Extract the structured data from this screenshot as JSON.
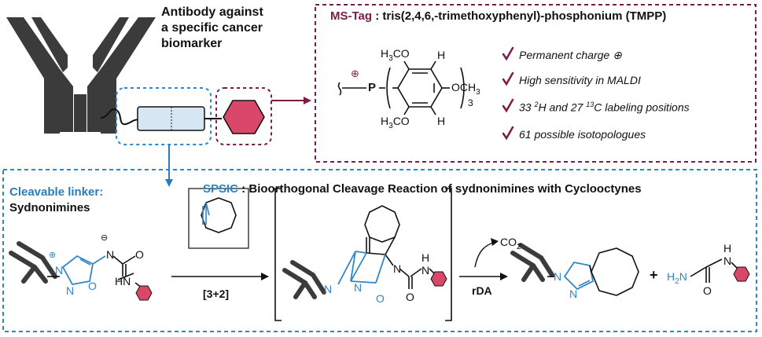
{
  "colors": {
    "maroon": "#7b1c46",
    "blue": "#2f86c8",
    "linker_blue": "#2a7db6",
    "pink": "#d94868",
    "antibody": "#3b3b3b",
    "black": "#111111",
    "linker_box": "#d6e6f2"
  },
  "antibody_caption": {
    "line1": "Antibody against",
    "line2": "a specific cancer",
    "line3": "biomarker"
  },
  "ms_tag": {
    "title_prefix": "MS-Tag",
    "title_sep": " : ",
    "title_rest": "tris(2,4,6,-trimethoxyphenyl)-phosphonium (TMPP)",
    "structure": {
      "plus": "⊕",
      "p": "P",
      "top_ome": "H3CO",
      "bottom_ome": "H3CO",
      "right_ome": "OCH3",
      "h_top": "H",
      "h_bottom": "H",
      "subscript": "3"
    },
    "checklist": [
      {
        "check": "✓",
        "text": "Permanent charge ⊕"
      },
      {
        "check": "✓",
        "text": "High sensitivity in MALDI"
      },
      {
        "check": "✓",
        "text_parts": [
          "33 ",
          "2",
          "H and 27 ",
          "13",
          "C labeling positions"
        ]
      },
      {
        "check": "✓",
        "text": "61 possible isotopologues"
      }
    ]
  },
  "linker_label": {
    "line1": "Cleavable linker:",
    "line2": "Sydnonimines"
  },
  "spsic": {
    "prefix": "SPSIC",
    "sep": " : ",
    "title": "Bioorthogonal Cleavage Reaction of sydnonimines with Cyclooctynes"
  },
  "reaction": {
    "step1_label": "[3+2]",
    "step2_label": "rDA",
    "co2": "CO2",
    "plus_sign": "+",
    "sydnonimine_atoms": {
      "plus": "⊕",
      "minus": "⊖",
      "n_ring": "N",
      "n_ring2": "N",
      "o_ring": "O",
      "n_exo": "N",
      "o_carbonyl": "O",
      "hn": "HN"
    },
    "adduct_atoms": {
      "n_left": "N",
      "n_mid": "N",
      "o": "O",
      "n_exo": "N",
      "o_carbonyl": "O",
      "nh": "N",
      "h": "H"
    },
    "product_atoms": {
      "n1": "N",
      "n2": "N"
    },
    "urea_atoms": {
      "h2n": "H2N",
      "o": "O",
      "n": "N",
      "h": "H"
    }
  }
}
